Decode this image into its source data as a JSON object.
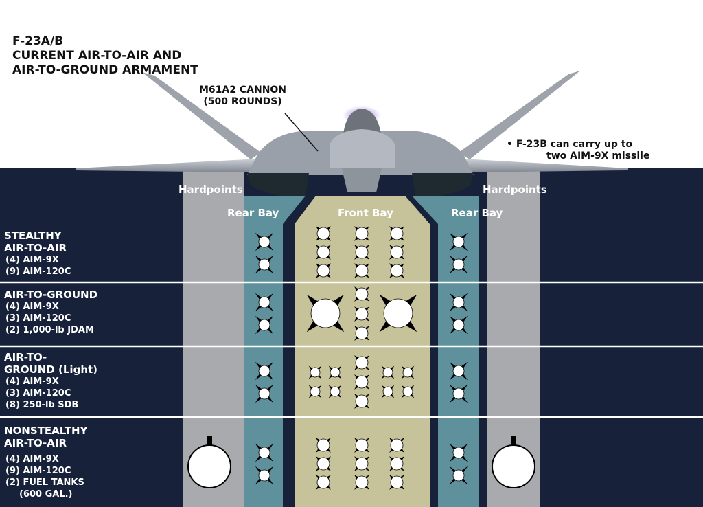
{
  "title_lines": [
    "F-23A/B",
    "CURRENT AIR-TO-AIR AND",
    "AIR-TO-GROUND ARMAMENT"
  ],
  "cannon_label": [
    "M61A2 CANNON",
    "(500 ROUNDS)"
  ],
  "note_lines": [
    "• F-23B can carry up to",
    "two AIM-9X missile"
  ],
  "columns": {
    "hardpoints_left": "Hardpoints",
    "rear_bay_left": "Rear Bay",
    "front_bay": "Front Bay",
    "rear_bay_right": "Rear Bay",
    "hardpoints_right": "Hardpoints"
  },
  "rows": [
    {
      "heading": [
        "STEALTHY",
        "AIR-TO-AIR"
      ],
      "items": [
        "(4) AIM-9X",
        "(9) AIM-120C"
      ]
    },
    {
      "heading": [
        "AIR-TO-GROUND"
      ],
      "items": [
        "(4) AIM-9X",
        "(3) AIM-120C",
        "(2) 1,000-lb JDAM"
      ]
    },
    {
      "heading": [
        "AIR-TO-",
        "GROUND (Light)"
      ],
      "items": [
        "(4) AIM-9X",
        "(3) AIM-120C",
        "(8) 250-lb SDB"
      ]
    },
    {
      "heading": [
        "NONSTEALTHY",
        "AIR-TO-AIR"
      ],
      "items": [
        "(4) AIM-9X",
        "(9) AIM-120C",
        "(2) FUEL TANKS",
        "(600 GAL.)"
      ]
    }
  ],
  "colors": {
    "panel": "#17223a",
    "hardpoint": "#a8aaad",
    "rear_bay": "#5e919c",
    "front_bay": "#c6c39a",
    "separator": "#ffffff",
    "store": "#ffffff"
  }
}
